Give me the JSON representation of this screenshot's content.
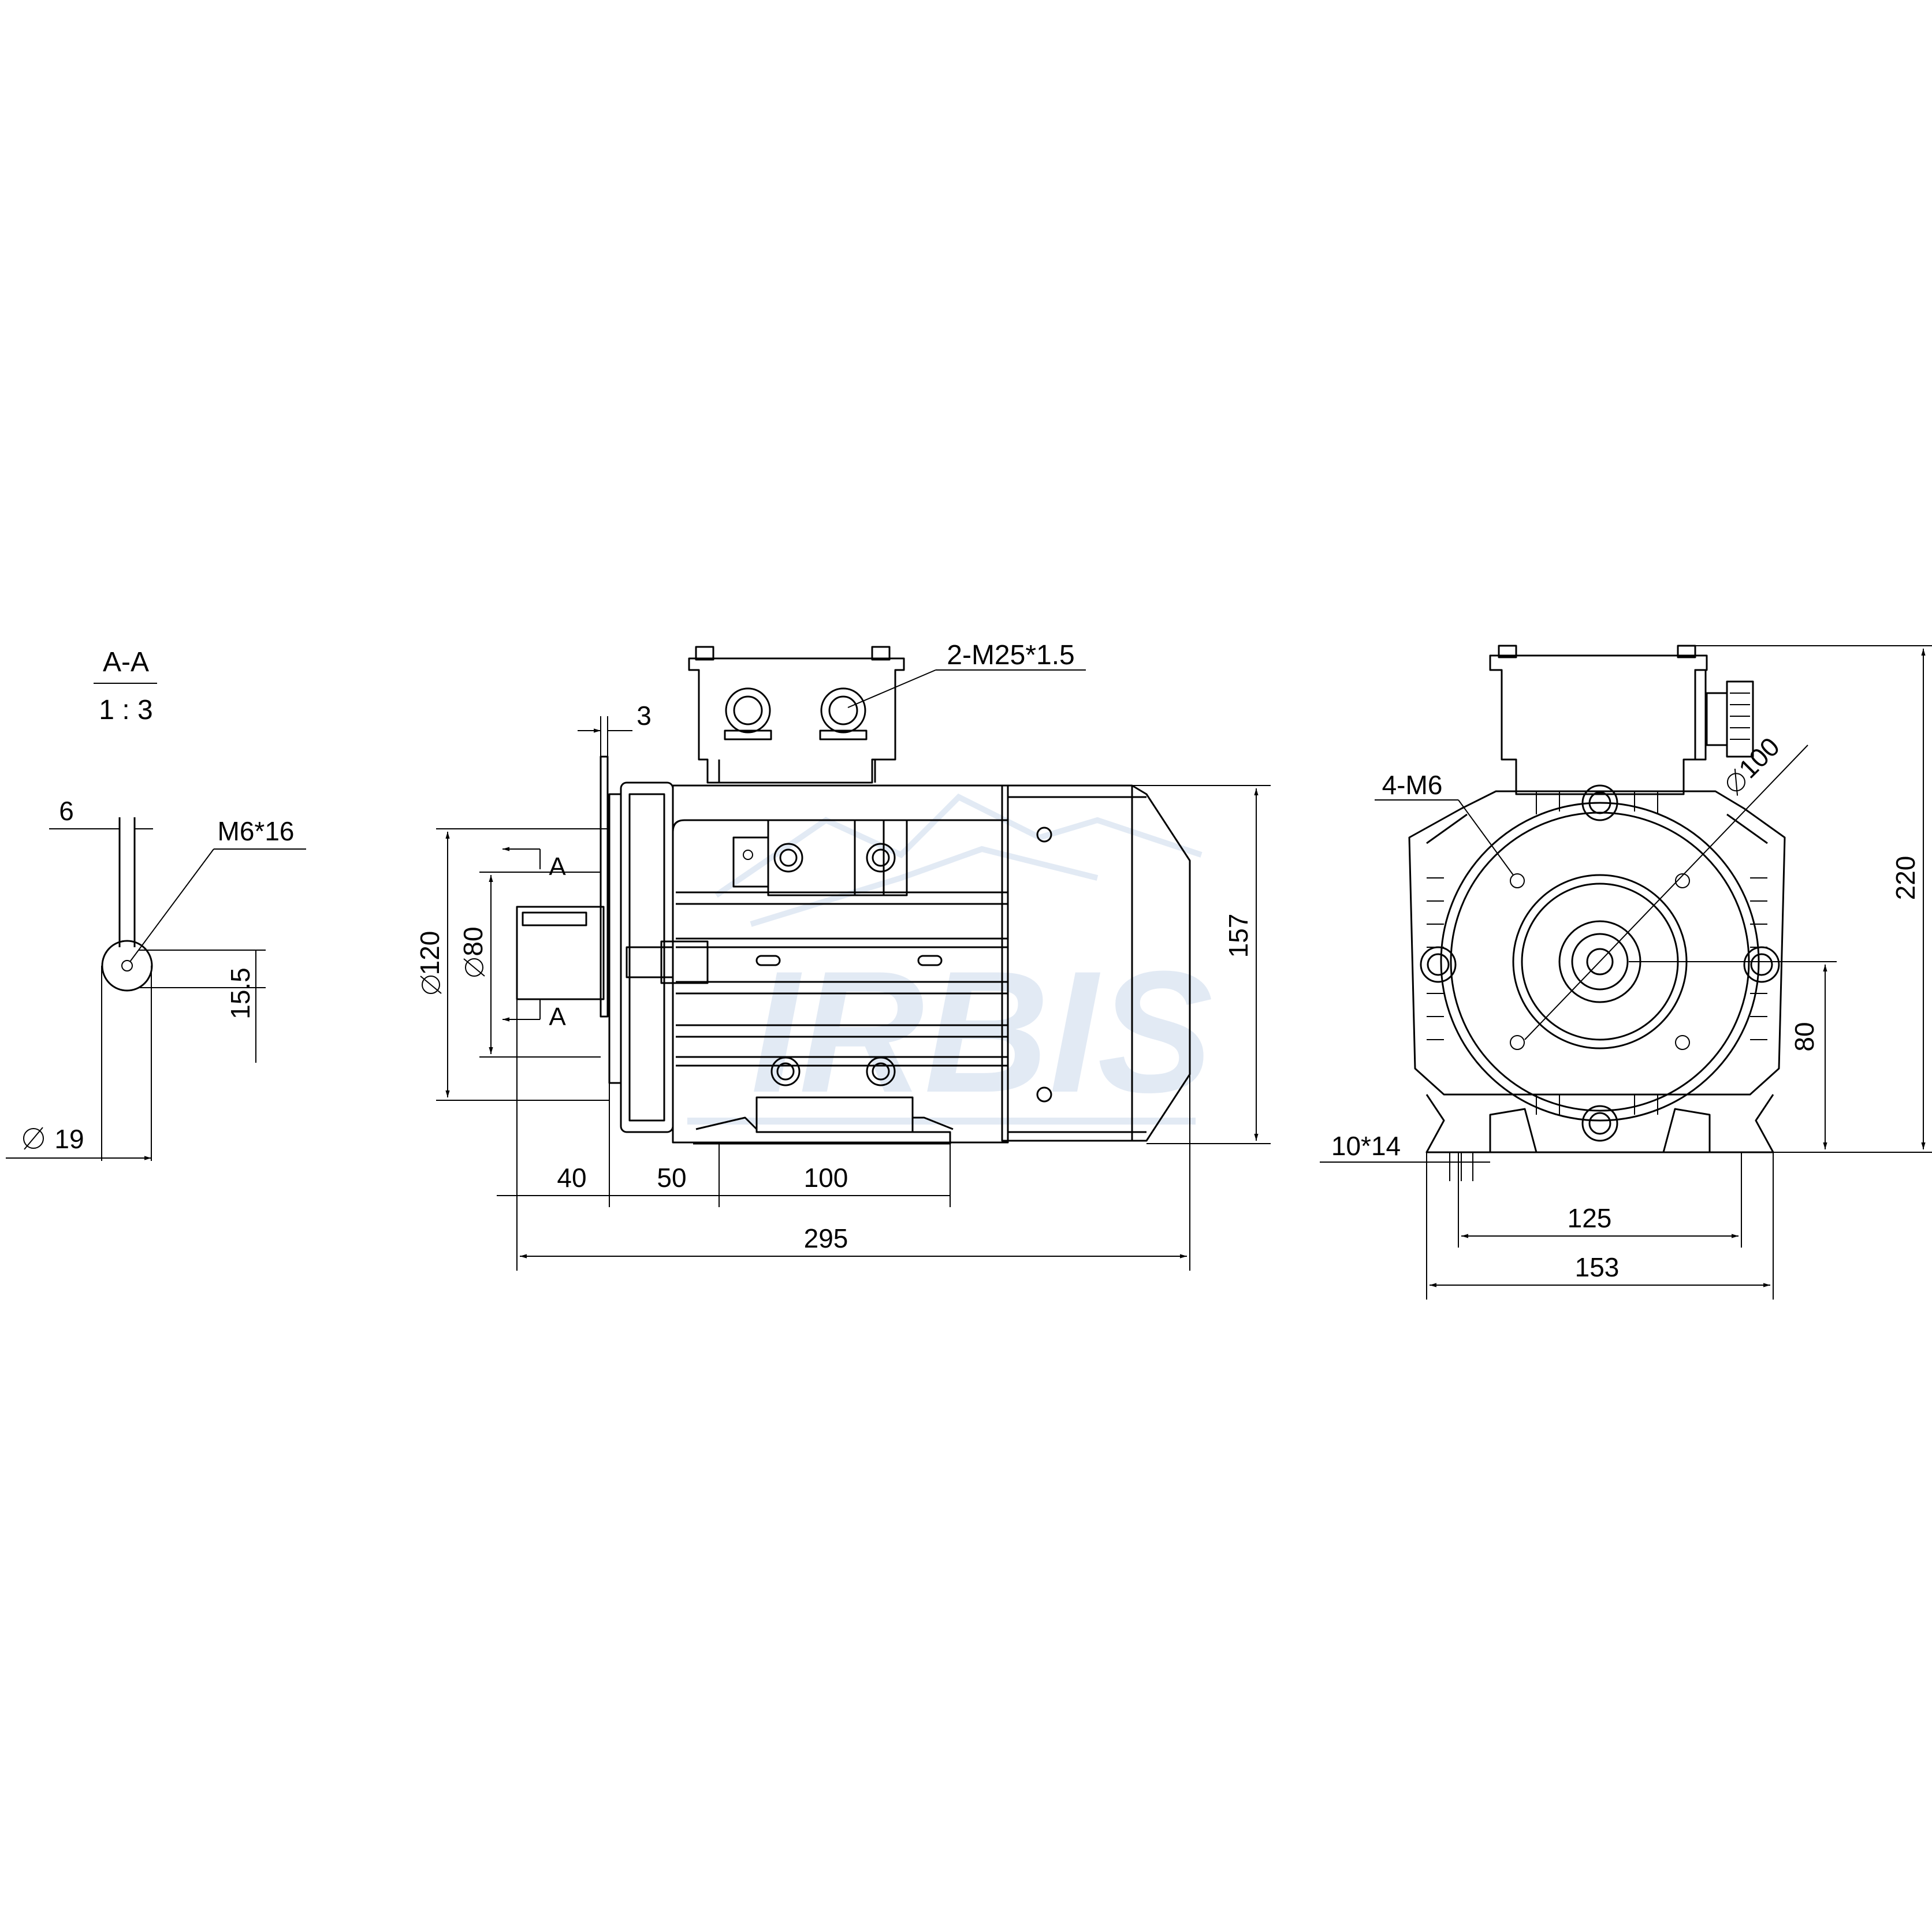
{
  "section": {
    "title": "A-A",
    "scale": "1 : 3"
  },
  "section_dims": {
    "key_width": "6",
    "thread": "M6*16",
    "key_height": "15.5",
    "shaft_diameter": "19"
  },
  "side_view": {
    "cable_glands": "2-M25*1.5",
    "flange_gap": "3",
    "section_mark_top": "A",
    "section_mark_bottom": "A",
    "flange_diameter": "120",
    "spigot_diameter": "80",
    "height": "157",
    "shaft_length": "40",
    "foot_offset": "50",
    "foot_spacing": "100",
    "total_length": "295"
  },
  "front_view": {
    "holes": "4-M6",
    "pcd": "100",
    "total_height": "220",
    "shaft_height": "80",
    "foot_slot": "10*14",
    "foot_hole_spacing": "125",
    "foot_width": "153"
  },
  "brand": {
    "logo_text": "IRBIS",
    "color": "#e2eaf4"
  }
}
